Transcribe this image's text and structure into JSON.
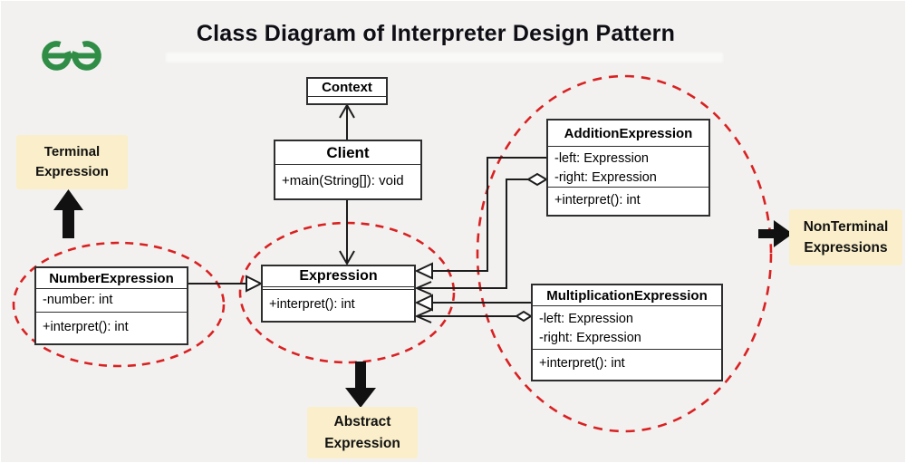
{
  "header": {
    "title": "Class Diagram of Interpreter Design Pattern"
  },
  "icons": {
    "logo": "geeksforgeeks-logo"
  },
  "colors": {
    "accent_red": "#d92121",
    "label_bg": "#faefca",
    "logo_green": "#2f8d46",
    "box_border": "#2e2e2e",
    "background": "#f2f1f0"
  },
  "classes": {
    "context": {
      "name": "Context",
      "attributes": [],
      "methods": []
    },
    "client": {
      "name": "Client",
      "attributes": [],
      "methods": [
        "+main(String[]): void"
      ]
    },
    "expression": {
      "name": "Expression",
      "attributes": [],
      "methods": [
        "+interpret(): int"
      ]
    },
    "number": {
      "name": "NumberExpression",
      "attributes": [
        "-number: int"
      ],
      "methods": [
        "+interpret(): int"
      ]
    },
    "addition": {
      "name": "AdditionExpression",
      "attributes": [
        "-left: Expression",
        "-right: Expression"
      ],
      "methods": [
        "+interpret(): int"
      ]
    },
    "multiplication": {
      "name": "MultiplicationExpression",
      "attributes": [
        "-left: Expression",
        "-right: Expression"
      ],
      "methods": [
        "+interpret(): int"
      ]
    }
  },
  "callouts": {
    "terminal": {
      "lines": [
        "Terminal",
        "Expression"
      ]
    },
    "nonterminal": {
      "lines": [
        "NonTerminal",
        "Expressions"
      ]
    },
    "abstract": {
      "lines": [
        "Abstract",
        "Expression"
      ]
    }
  }
}
